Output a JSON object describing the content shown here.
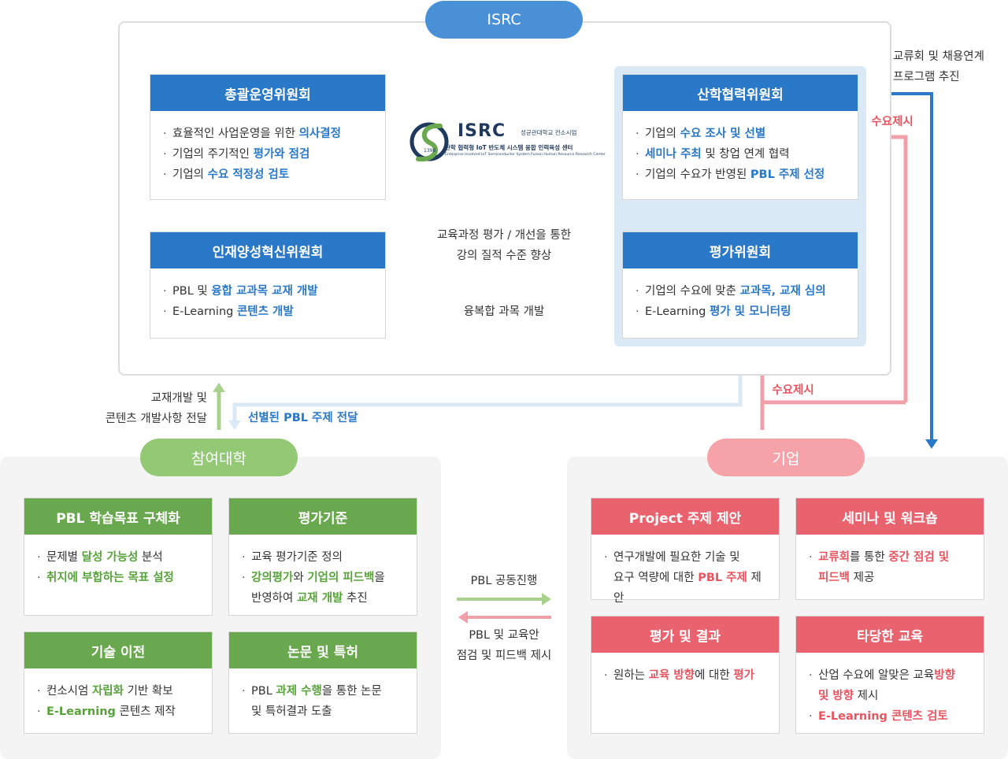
{
  "isrc_pill": "ISRC",
  "univ_pill": "참여대학",
  "corp_pill": "기업",
  "logo": {
    "mark": "ISRC",
    "org": "성균관대학교 컨소시엄",
    "sub_ko": "산학 협력형 IoT 반도체 시스템 융합 인력육성 센터",
    "sub_en": "Enterprise Involved IoT Semiconductor System Fusion Human Resource Research Center",
    "seal": "1398"
  },
  "isrc_cards": {
    "steering": {
      "title": "총괄운영위원회",
      "items": [
        [
          {
            "t": "효율적인 사업운영을 위한 "
          },
          {
            "t": "의사결정",
            "c": "hb"
          }
        ],
        [
          {
            "t": "기업의 주기적인 "
          },
          {
            "t": "평가와 점검",
            "c": "hb"
          }
        ],
        [
          {
            "t": "기업의 "
          },
          {
            "t": "수요 적정성 검토",
            "c": "hb"
          }
        ]
      ]
    },
    "talent": {
      "title": "인재양성혁신위원회",
      "items": [
        [
          {
            "t": "PBL 및 "
          },
          {
            "t": "융합 교과목 교재 개발",
            "c": "hb"
          }
        ],
        [
          {
            "t": "E-Learning "
          },
          {
            "t": "콘텐츠 개발",
            "c": "hb"
          }
        ]
      ]
    },
    "industry": {
      "title": "산학협력위원회",
      "items": [
        [
          {
            "t": "기업의 "
          },
          {
            "t": "수요 조사 및 선별",
            "c": "hb"
          }
        ],
        [
          {
            "t": "세미나 주최",
            "c": "hb"
          },
          {
            "t": " 및 창업 연계 협력"
          }
        ],
        [
          {
            "t": "기업의 수요가 반영된 "
          },
          {
            "t": "PBL 주제 선정",
            "c": "hb"
          }
        ]
      ]
    },
    "evaluation": {
      "title": "평가위원회",
      "items": [
        [
          {
            "t": "기업의 수요에 맞춘 "
          },
          {
            "t": "교과목, 교재 심의",
            "c": "hb"
          }
        ],
        [
          {
            "t": "E-Learning "
          },
          {
            "t": "평가 및 모니터링",
            "c": "hb"
          }
        ]
      ]
    }
  },
  "univ_cards": {
    "goal": {
      "title": "PBL 학습목표 구체화",
      "items": [
        [
          {
            "t": "문제별 "
          },
          {
            "t": "달성 가능성",
            "c": "hg"
          },
          {
            "t": " 분석"
          }
        ],
        [
          {
            "t": "취지에 부합하는 목표 설정",
            "c": "hg"
          }
        ]
      ]
    },
    "criteria": {
      "title": "평가기준",
      "items": [
        [
          {
            "t": "교육 평가기준 정의"
          }
        ],
        [
          {
            "t": "강의평가",
            "c": "hg"
          },
          {
            "t": "와 "
          },
          {
            "t": "기업의 피드백",
            "c": "hg"
          },
          {
            "t": "을"
          }
        ],
        [
          {
            "t": "반영하여 ",
            "cont": true
          },
          {
            "t": "교재 개발",
            "c": "hg"
          },
          {
            "t": " 추진"
          }
        ]
      ]
    },
    "transfer": {
      "title": "기술 이전",
      "items": [
        [
          {
            "t": "컨소시엄 "
          },
          {
            "t": "자립화",
            "c": "hg"
          },
          {
            "t": " 기반 확보"
          }
        ],
        [
          {
            "t": "E-Learning",
            "c": "hg"
          },
          {
            "t": " 콘텐츠 제작"
          }
        ]
      ]
    },
    "patent": {
      "title": "논문 및 특허",
      "items": [
        [
          {
            "t": "PBL "
          },
          {
            "t": "과제 수행",
            "c": "hg"
          },
          {
            "t": "을 통한 논문"
          }
        ],
        [
          {
            "t": "및 특허결과 도출",
            "cont": true
          }
        ]
      ]
    }
  },
  "corp_cards": {
    "project": {
      "title": "Project 주제 제안",
      "items": [
        [
          {
            "t": "연구개발에 필요한 기술 및"
          }
        ],
        [
          {
            "t": "요구 역량에 대한 ",
            "cont": true
          },
          {
            "t": "PBL 주제",
            "c": "hr"
          },
          {
            "t": " 제안"
          }
        ]
      ]
    },
    "seminar": {
      "title": "세미나 및 워크숍",
      "items": [
        [
          {
            "t": "교류회",
            "c": "hr"
          },
          {
            "t": "를 통한 "
          },
          {
            "t": "중간 점검 및",
            "c": "hr"
          }
        ],
        [
          {
            "t": "피드백",
            "c": "hr",
            "cont": true
          },
          {
            "t": " 제공"
          }
        ]
      ]
    },
    "result": {
      "title": "평가 및 결과",
      "items": [
        [
          {
            "t": "원하는 "
          },
          {
            "t": "교육 방향",
            "c": "hr"
          },
          {
            "t": "에 대한 "
          },
          {
            "t": "평가",
            "c": "hr"
          }
        ]
      ]
    },
    "education": {
      "title": "타당한 교육",
      "items": [
        [
          {
            "t": "산업 수요에 알맞은 교육"
          },
          {
            "t": "방향",
            "c": "hr"
          }
        ],
        [
          {
            "t": "및 방향",
            "c": "hr",
            "cont": true
          },
          {
            "t": " 제시"
          }
        ],
        [
          {
            "t": "E-Learning 콘텐츠 검토",
            "c": "hr"
          }
        ]
      ]
    }
  },
  "labels": {
    "exchange": [
      "교류회 및 채용연계",
      "프로그램 추진"
    ],
    "demand_top": "수요제시",
    "demand_bottom": "수요제시",
    "curriculum": [
      "교육과정 평가 / 개선을 통한",
      "강의 질적 수준 향상"
    ],
    "convergence": "융복합 과목 개발",
    "material": [
      "교재개발 및",
      "콘텐츠 개발사항 전달"
    ],
    "pbl_topic": "선별된 PBL 주제 전달",
    "pbl_joint": "PBL 공동진행",
    "pbl_feedback": [
      "PBL 및 교육안",
      "점검 및 피드백 제시"
    ]
  },
  "colors": {
    "blue": "#2a78c8",
    "pill_blue": "#4a90d6",
    "green": "#6aa84f",
    "pill_green": "#93c874",
    "red": "#e8636e",
    "pill_pink": "#f5a3a8",
    "light_blue_arrow": "#7fb3e8",
    "pale_blue": "#dbe8f5",
    "pink_arrow": "#f0a0a8"
  }
}
